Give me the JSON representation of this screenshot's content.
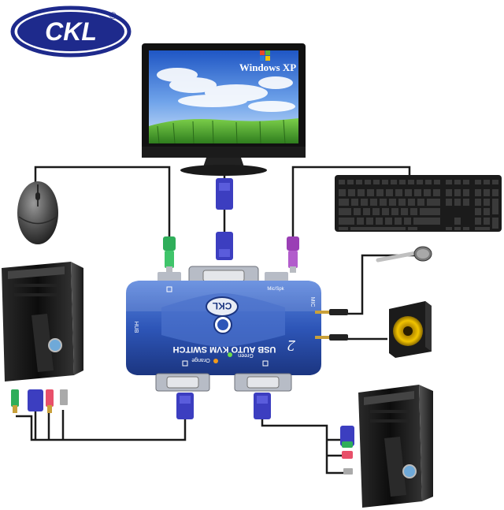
{
  "brand": {
    "logo_text": "CKL",
    "registered_mark": "®"
  },
  "monitor": {
    "screen_text": "Windows XP"
  },
  "kvm_switch": {
    "label": "USB AUTO KVM SWITCH",
    "port_count": "2",
    "badge_text": "CKL",
    "led_orange_label": "Orange",
    "led_green_label": "Green",
    "side_label_hub": "HUB",
    "side_label_mic": "MIC",
    "top_port_label": "Mic/Spk"
  },
  "colors": {
    "logo_blue": "#1e2a8c",
    "switch_blue": "#2e56b8",
    "switch_dark": "#1b3580",
    "cable_black": "#1a1a1a",
    "vga_blue": "#3c3ec0",
    "ps2_green": "#2fae5a",
    "ps2_purple": "#9a3fb5",
    "audio_gold": "#c9a03a",
    "speaker_yellow": "#f2c400",
    "sky_blue": "#3a76d8",
    "grass_green": "#3d9a2a"
  },
  "icons": [
    "ckl-logo",
    "lcd-monitor",
    "keyboard",
    "mouse",
    "microphone",
    "speaker",
    "pc-tower-left",
    "pc-tower-right",
    "kvm-switch"
  ]
}
